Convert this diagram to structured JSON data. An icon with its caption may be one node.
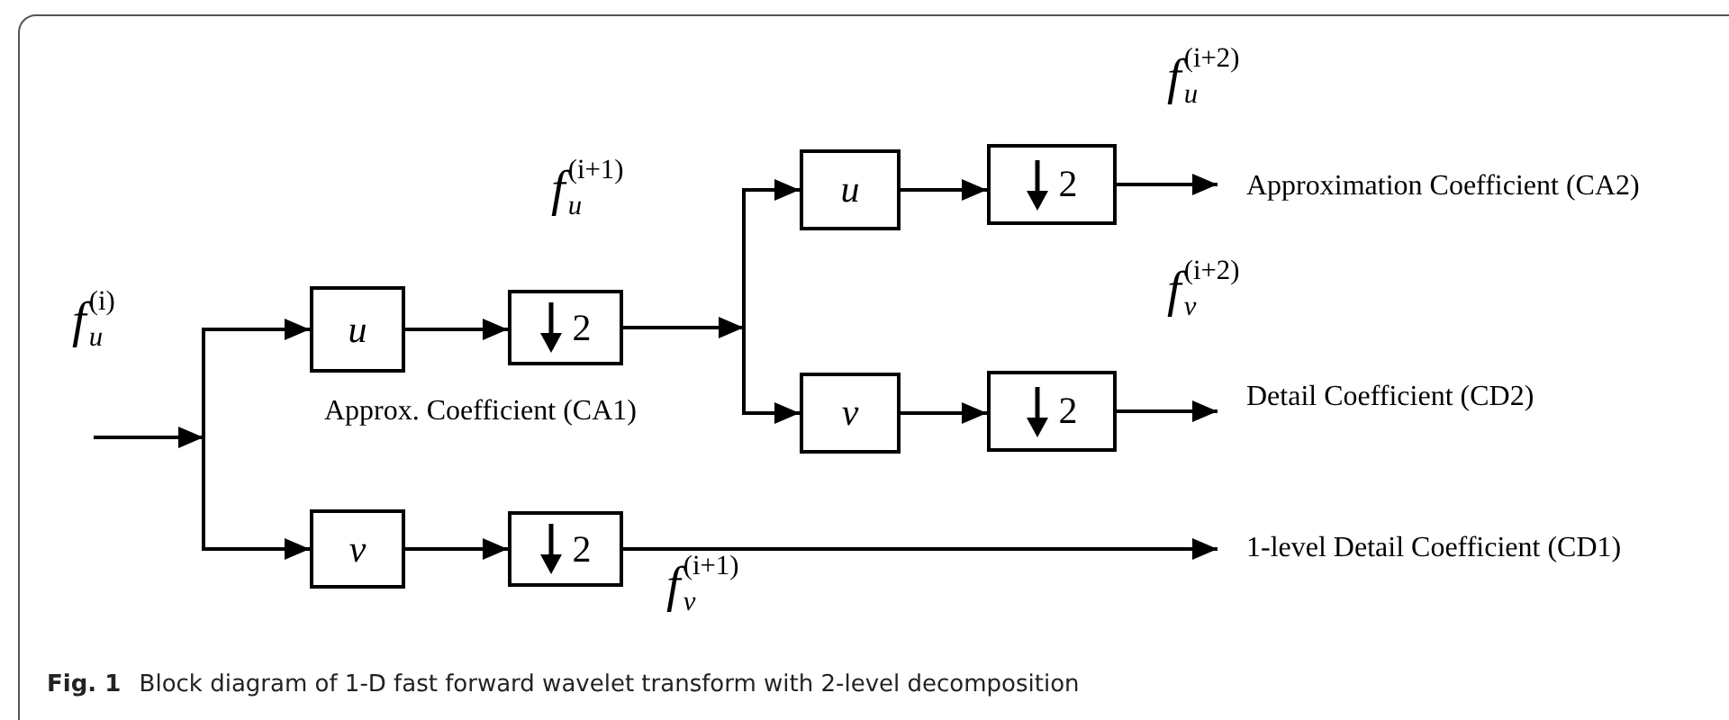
{
  "diagram": {
    "caption": "**Fig. 1** Block diagram of 1-D fast forward wavelet transform with 2-level decomposition",
    "nodes": [
      {
        "text": [
          "u"
        ]
      },
      {
        "text": [
          "2"
        ]
      },
      {
        "text": [
          "v"
        ]
      },
      {
        "text": [
          "2"
        ]
      },
      {
        "text": [
          "u"
        ]
      },
      {
        "text": [
          "2"
        ]
      },
      {
        "text": [
          "v"
        ]
      },
      {
        "text": [
          "2"
        ]
      },
      {
        "text": [
          "Approximation Coefficient (CA2)"
        ]
      },
      {
        "text": [
          "Detail Coefficient (CD2)"
        ]
      },
      {
        "text": [
          "1-level Detail Coefficient (CD1)"
        ]
      }
    ],
    "edges": [
      {
        "from": null,
        "to": 0,
        "arrow": "to"
      },
      {
        "from": null,
        "to": 2,
        "arrow": "to"
      },
      {
        "from": 0,
        "to": 1,
        "arrow": "to"
      },
      {
        "from": 2,
        "to": 3,
        "arrow": "to"
      },
      {
        "from": 1,
        "to": 4,
        "arrow": "to"
      },
      {
        "from": 1,
        "to": 6,
        "arrow": "to"
      },
      {
        "from": 4,
        "to": 5,
        "arrow": "to"
      },
      {
        "from": 6,
        "to": 7,
        "arrow": "to"
      },
      {
        "from": 5,
        "to": 8,
        "arrow": "to"
      },
      {
        "from": 7,
        "to": 9,
        "arrow": "to"
      },
      {
        "from": 3,
        "to": 10,
        "arrow": "to"
      }
    ],
    "labels": [
      "f$_{u}$$^{(i+2)}$",
      "f$_{u}$$^{(i+1)}$",
      "f$_{v}$$^{(i+2)}$",
      "f$_{u}$$^{(i)}$",
      "Approx. Coefficient (CA1)",
      "f$_{v}$$^{(i+1)}$"
    ]
  }
}
